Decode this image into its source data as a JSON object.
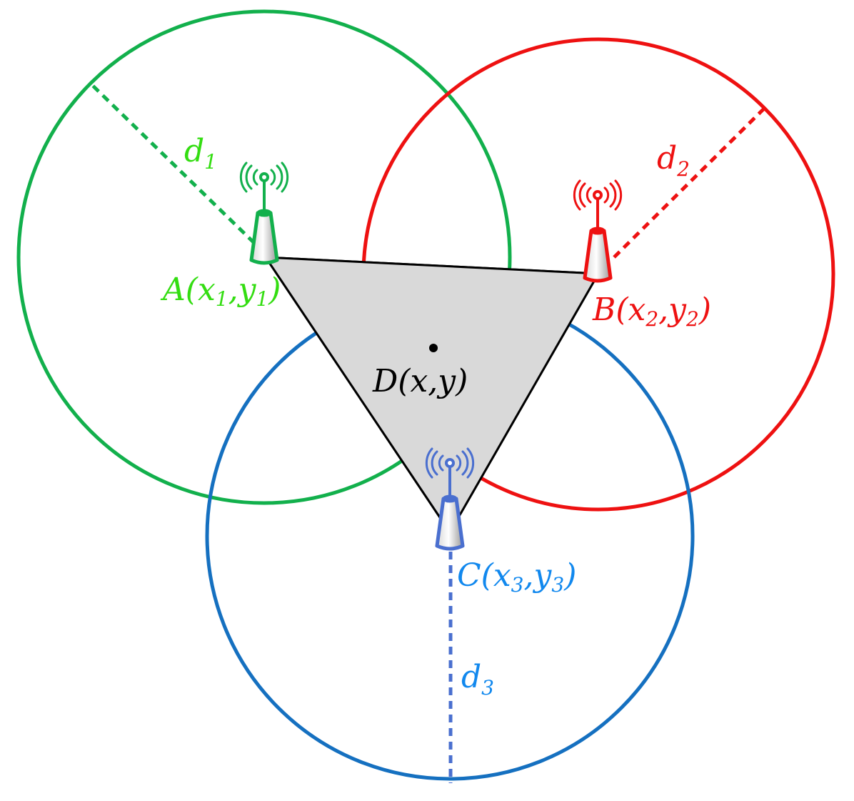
{
  "colors": {
    "anchor_a": "#12b04c",
    "anchor_b": "#ee1111",
    "anchor_c": "#1570c0",
    "anchor_c_device": "#4a6fcf",
    "label_a": "#33dd11",
    "label_b": "#ee1111",
    "label_c": "#1188ee",
    "triangle_fill": "#d9d9d9",
    "triangle_stroke": "#000000",
    "target_point": "#000000"
  },
  "icons": {
    "anchor_a": "antenna-tower-icon",
    "anchor_b": "antenna-tower-icon",
    "anchor_c": "antenna-tower-icon"
  },
  "labels": {
    "anchor_a": "A(x1,y1)",
    "anchor_b": "B(x2,y2)",
    "anchor_c": "C(x3,y3)",
    "target": "D(x,y)",
    "radius_a": "d1",
    "radius_b": "d2",
    "radius_c": "d3"
  },
  "label_parts": {
    "anchor_a": {
      "letter": "A",
      "open": "(",
      "x": "x",
      "x_sub": "1",
      "comma": ",",
      "y": "y",
      "y_sub": "1",
      "close": ")"
    },
    "anchor_b": {
      "letter": "B",
      "open": "(",
      "x": "x",
      "x_sub": "2",
      "comma": ",",
      "y": "y",
      "y_sub": "2",
      "close": ")"
    },
    "anchor_c": {
      "letter": "C",
      "open": "(",
      "x": "x",
      "x_sub": "3",
      "comma": ",",
      "y": "y",
      "y_sub": "3",
      "close": ")"
    },
    "target": {
      "letter": "D",
      "open": "(",
      "x": "x",
      "comma": ",",
      "y": "y",
      "close": ")"
    },
    "radius_a": {
      "var": "d",
      "sub": "1"
    },
    "radius_b": {
      "var": "d",
      "sub": "2"
    },
    "radius_c": {
      "var": "d",
      "sub": "3"
    }
  }
}
